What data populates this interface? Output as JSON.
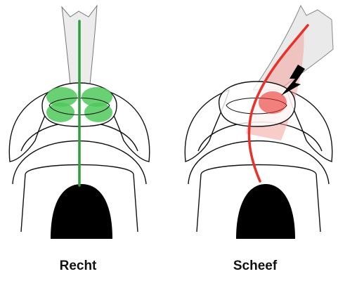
{
  "panels": {
    "left": {
      "caption": "Recht",
      "line_color": "#2e9e3f",
      "fill_color": "#4fc85a"
    },
    "right": {
      "caption": "Scheef",
      "line_color": "#e8312a",
      "fill_color": "#f07b72"
    }
  },
  "icons": {
    "arrow": "down-pointing-arrow"
  },
  "colors": {
    "outline": "#111111",
    "body": "#000000",
    "neck_shade": "#d8d8d8"
  }
}
